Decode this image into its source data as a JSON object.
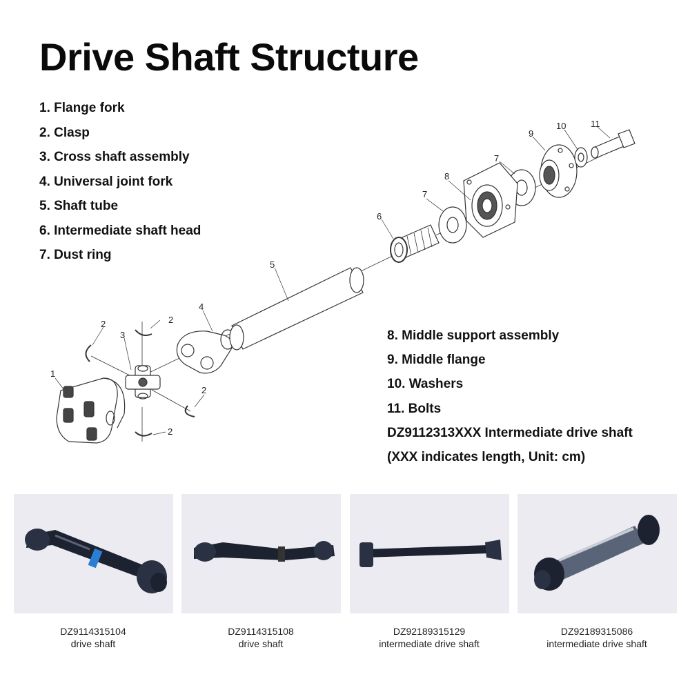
{
  "title": "Drive Shaft Structure",
  "parts_left": [
    "1.  Flange fork",
    "2.  Clasp",
    "3.  Cross shaft assembly",
    "4.  Universal joint fork",
    "5.  Shaft tube",
    "6.  Intermediate shaft head",
    "7. Dust ring"
  ],
  "parts_right": [
    "8. Middle support assembly",
    "9. Middle flange",
    "10. Washers",
    "11. Bolts",
    "DZ9112313XXX Intermediate drive shaft",
    "(XXX indicates length, Unit: cm)"
  ],
  "callouts": [
    "1",
    "2",
    "3",
    "4",
    "5",
    "6",
    "7",
    "8",
    "9",
    "10",
    "11"
  ],
  "products": [
    {
      "code": "DZ9114315104",
      "name": "drive shaft"
    },
    {
      "code": "DZ9114315108",
      "name": "drive shaft"
    },
    {
      "code": "DZ92189315129",
      "name": "intermediate drive shaft"
    },
    {
      "code": "DZ92189315086",
      "name": "intermediate drive shaft"
    }
  ],
  "colors": {
    "text": "#111111",
    "photo_bg": "#ecebf1",
    "shaft_dark": "#1c2230",
    "accent_blue": "#2a7fd4"
  }
}
